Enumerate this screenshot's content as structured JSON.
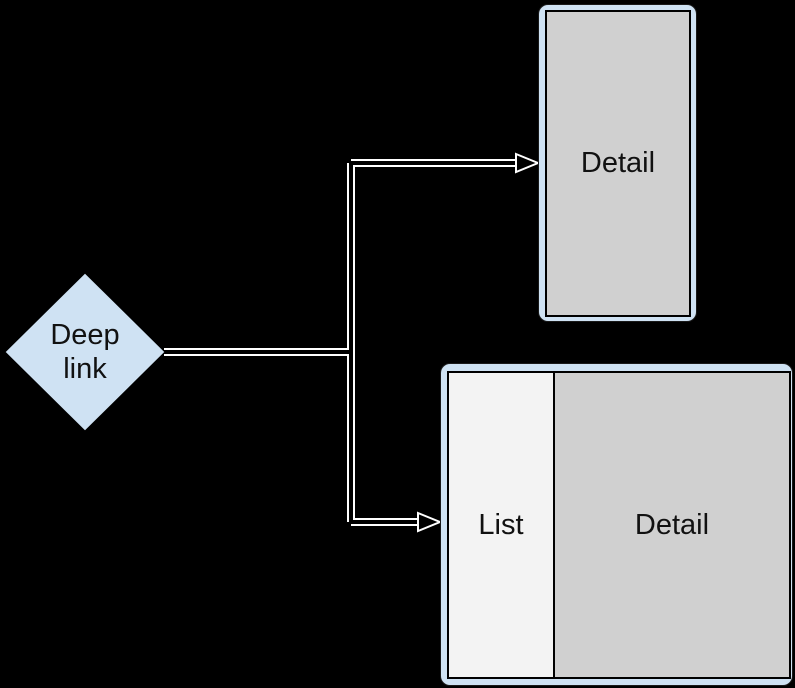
{
  "diagram": {
    "background_color": "#000000",
    "deep_link_node": {
      "label": "Deep link",
      "shape": "diamond",
      "fill": "#cfe2f3",
      "stroke": "#000000"
    },
    "detail_screen": {
      "label": "Detail",
      "container_fill": "#cfe2f3",
      "panel_fill": "#d0d0d0",
      "panel_stroke": "#000000"
    },
    "list_detail_screen": {
      "list_label": "List",
      "detail_label": "Detail",
      "container_fill": "#cfe2f3",
      "list_fill": "#f3f3f3",
      "detail_fill": "#d0d0d0",
      "panel_stroke": "#000000"
    },
    "connectors": {
      "casing_color": "#ffffff",
      "core_color": "#000000",
      "arrowhead_style": "open-triangle"
    }
  }
}
